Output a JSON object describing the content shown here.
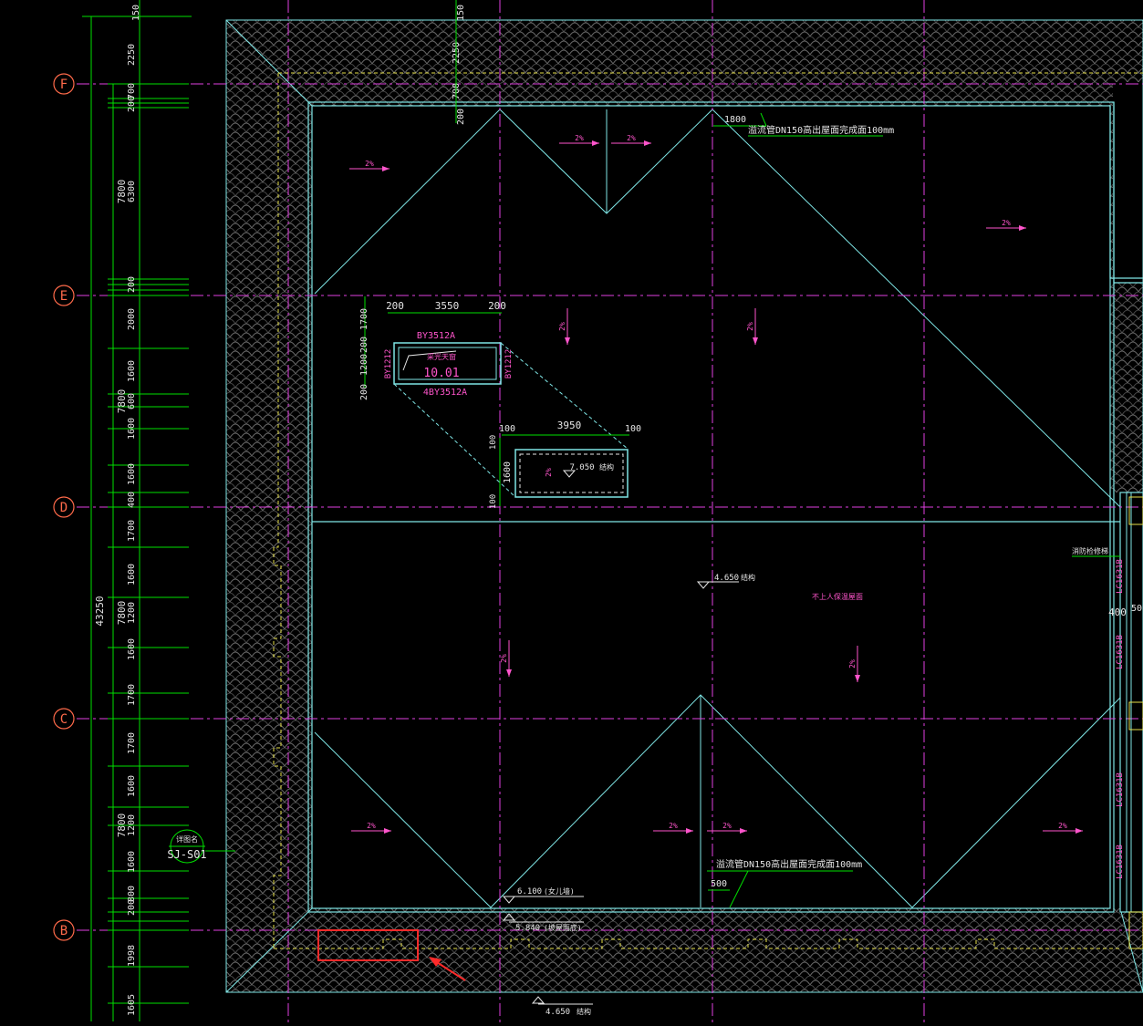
{
  "colors": {
    "background": "#000000",
    "wall": "#7fe6e6",
    "grid_axis": "#e040e0",
    "dimension": "#00e000",
    "dimension_text": "#e6e6e6",
    "pink_text": "#ff55cc",
    "parapet": "#e6e04a",
    "highlight": "#ff2a2a",
    "tile": "#6a6a6a"
  },
  "axis_labels": [
    "F",
    "E",
    "D",
    "C",
    "B"
  ],
  "left_dims": {
    "outer_total": "43250",
    "spans": [
      "7800",
      "7800",
      "7800",
      "7800"
    ],
    "bay_F_E": [
      "2250",
      "700",
      "200",
      "6300",
      "200"
    ],
    "bay_E_D": [
      "2000",
      "1600",
      "600",
      "1600",
      "1600",
      "400"
    ],
    "bay_D_C": [
      "1700",
      "1600",
      "1200",
      "1600",
      "1700"
    ],
    "bay_C_B": [
      "1700",
      "1600",
      "1200",
      "1600",
      "800",
      "200"
    ],
    "below_B": [
      "1998",
      "1605"
    ],
    "top": "150"
  },
  "top_dims": [
    "150",
    "2250",
    "700",
    "200"
  ],
  "skylight": {
    "dims_top": [
      "200",
      "3550",
      "200"
    ],
    "dims_left": [
      "1700",
      "200",
      "1200",
      "200"
    ],
    "label_top": "BY3512A",
    "label_bottom": "4BY3512A",
    "label_left": "BY1212",
    "label_right": "BY1212",
    "name": "采光天窗",
    "elev": "10.01"
  },
  "hatch": {
    "dims_top": [
      "100",
      "3950",
      "100"
    ],
    "dims_left": [
      "100",
      "1600",
      "100"
    ],
    "elevation": "7.050",
    "tag": "结构",
    "slope": "2%"
  },
  "slopes": [
    "2%",
    "2%",
    "2%",
    "2%",
    "2%",
    "2%",
    "2%",
    "2%",
    "2%",
    "2%",
    "2%",
    "2%"
  ],
  "annotations": {
    "drain_top": "溢流管DN150高出屋面完成面100mm",
    "drain_top_dim": "1800",
    "drain_bottom": "溢流管DN150高出屋面完成面100mm",
    "drain_bottom_dim": "500",
    "roof_elev": "4.650",
    "roof_elev_tag": "结构",
    "roof_note": "不上人保温屋面",
    "eave_elev": "6.100",
    "eave_tag": "(女儿墙)",
    "gutter_elev": "5.840",
    "gutter_tag": "(坡屋面底)",
    "bottom_elev": "4.650",
    "bottom_tag": "结构",
    "fire_ladder": "消防检修梯",
    "section_name": "详图名",
    "section_ref": "SJ-S01"
  },
  "windows": [
    "LC1631B",
    "LC1631B",
    "LC1631B",
    "LC1631B"
  ],
  "right_dims": [
    "400",
    "50"
  ]
}
